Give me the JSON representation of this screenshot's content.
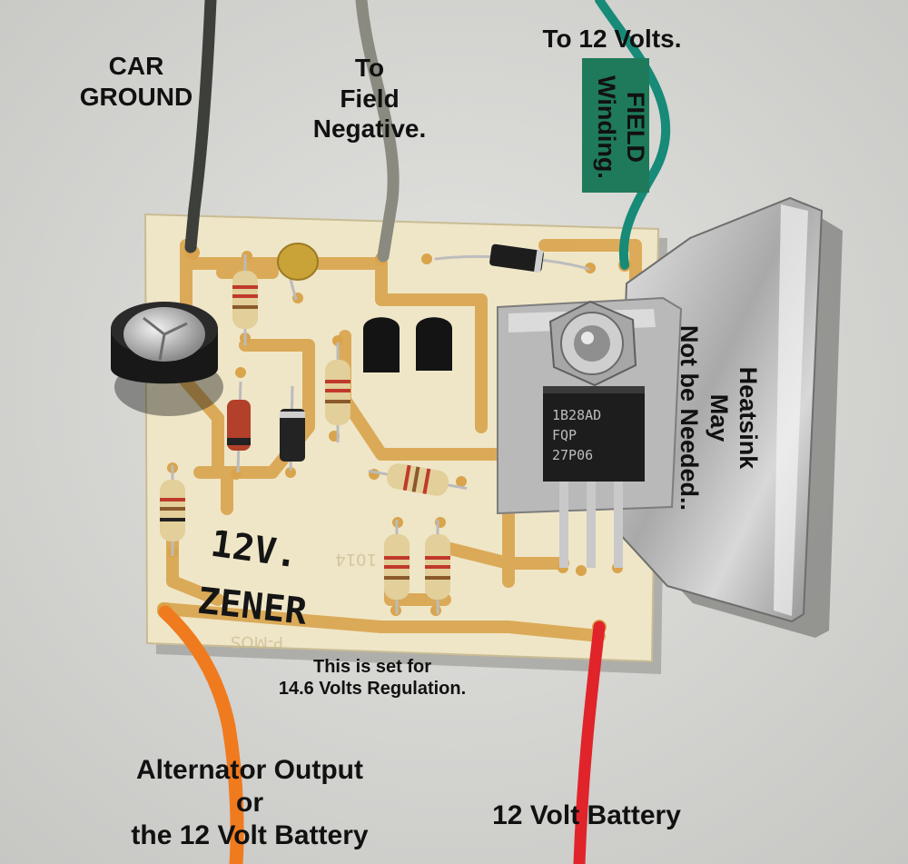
{
  "labels": {
    "car_ground": [
      "CAR",
      "GROUND"
    ],
    "field_negative": [
      "To",
      "Field",
      "Negative."
    ],
    "to_12_volts": "To 12 Volts.",
    "field_winding": [
      "FIELD",
      "Winding."
    ],
    "heatsink": [
      "Heatsink",
      "May",
      "Not be Needed.."
    ],
    "zener": [
      "12V.",
      "ZENER"
    ],
    "regulation_note": [
      "This is set for",
      "14.6 Volts Regulation."
    ],
    "alternator_output": [
      "Alternator Output",
      "or",
      "the 12 Volt Battery"
    ],
    "battery": "12 Volt Battery"
  },
  "ic_marking": [
    "1B28AD",
    "FQP",
    "27P06"
  ],
  "colors": {
    "background": "#d9d9d6",
    "board": "#efe6c8",
    "copper_trace": "#d9a44c",
    "wire_ground": "#3c3f3a",
    "wire_field_negative": "#8b8a80",
    "wire_12v": "#178a78",
    "wire_alternator": "#f07a1e",
    "wire_battery": "#e0242a",
    "field_label_box": "#1e7a5a"
  }
}
